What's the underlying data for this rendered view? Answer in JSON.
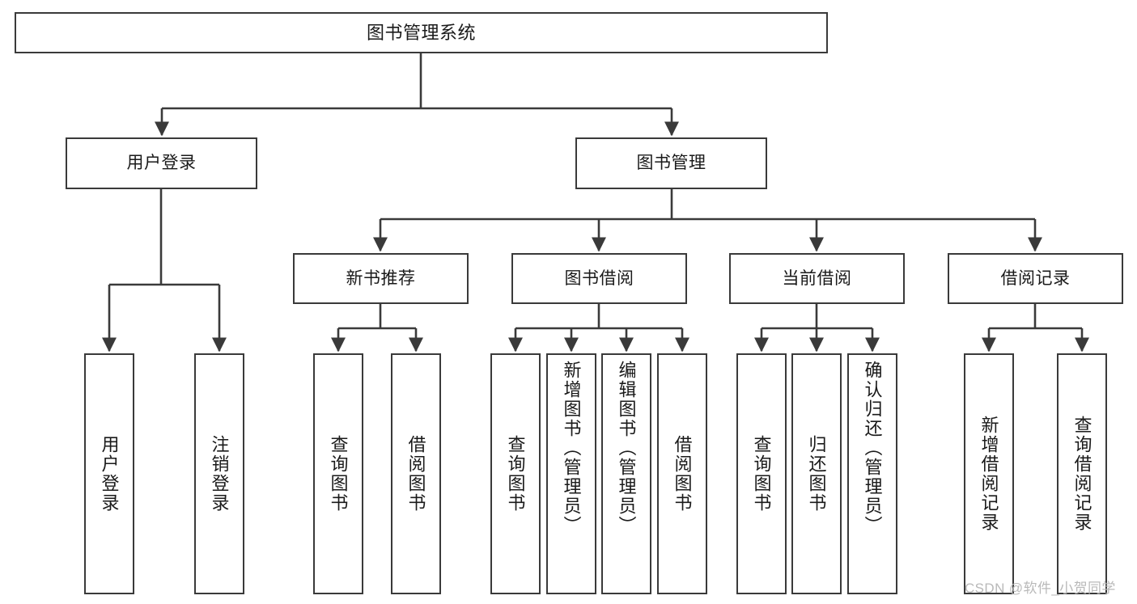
{
  "diagram": {
    "title": "图书管理系统",
    "type": "tree",
    "watermark": "CSDN @软件_小贺同学",
    "line_color": "#3a3a3a",
    "box_fill": "#ffffff",
    "text_color": "#1a1a1a",
    "nodes": {
      "root": {
        "label": "图书管理系统"
      },
      "level2": [
        {
          "id": "user-login",
          "label": "用户登录"
        },
        {
          "id": "book-manage",
          "label": "图书管理"
        }
      ],
      "level3": [
        {
          "id": "new-book-recommend",
          "label": "新书推荐"
        },
        {
          "id": "book-borrow",
          "label": "图书借阅"
        },
        {
          "id": "current-borrow",
          "label": "当前借阅"
        },
        {
          "id": "borrow-record",
          "label": "借阅记录"
        }
      ],
      "leaves": {
        "user-login": [
          {
            "id": "leaf-user-login",
            "label": "用户登录"
          },
          {
            "id": "leaf-logout-login",
            "label": "注销登录"
          }
        ],
        "new-book-recommend": [
          {
            "id": "leaf-query-book-1",
            "label": "查询图书"
          },
          {
            "id": "leaf-borrow-book-1",
            "label": "借阅图书"
          }
        ],
        "book-borrow": [
          {
            "id": "leaf-query-book-2",
            "label": "查询图书"
          },
          {
            "id": "leaf-add-book",
            "label": "新增图书（管理员）"
          },
          {
            "id": "leaf-edit-book",
            "label": "编辑图书（管理员）"
          },
          {
            "id": "leaf-borrow-book-2",
            "label": "借阅图书"
          }
        ],
        "current-borrow": [
          {
            "id": "leaf-query-book-3",
            "label": "查询图书"
          },
          {
            "id": "leaf-return-book",
            "label": "归还图书"
          },
          {
            "id": "leaf-confirm-return",
            "label": "确认归还（管理员）"
          }
        ],
        "borrow-record": [
          {
            "id": "leaf-add-record",
            "label": "新增借阅记录"
          },
          {
            "id": "leaf-query-record",
            "label": "查询借阅记录"
          }
        ]
      }
    }
  }
}
